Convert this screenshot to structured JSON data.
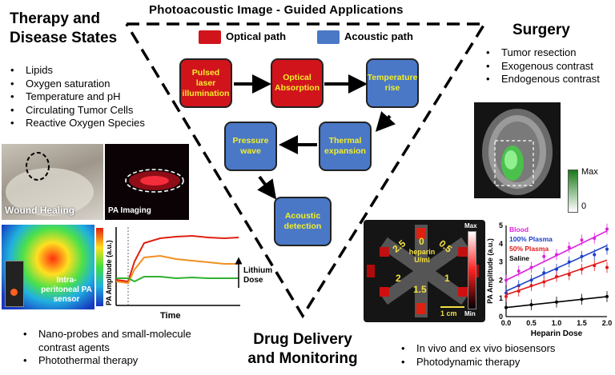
{
  "title": "Photoacoustic Image - Guided Applications",
  "legend": {
    "optical": "Optical path",
    "acoustic": "Acoustic path",
    "optical_color": "#d1141b",
    "acoustic_color": "#4a78c6"
  },
  "flow": {
    "pulsed": "Pulsed laser illumination",
    "optical_absorption": "Optical Absorption",
    "temperature": "Temperature rise",
    "thermal": "Thermal expansion",
    "pressure": "Pressure wave",
    "acoustic": "Acoustic detection"
  },
  "therapy": {
    "heading_line1": "Therapy and",
    "heading_line2": "Disease States",
    "items": [
      "Lipids",
      "Oxygen saturation",
      "Temperature and pH",
      "Circulating Tumor Cells",
      "Reactive Oxygen Species"
    ],
    "wound_label": "Wound Healing",
    "pa_label": "PA Imaging",
    "sensor_label": "Intra-peritoneal PA sensor",
    "colorbar_label": "PA Amplitude  (a.u.)",
    "time_label": "Time",
    "lithium_label": "Lithium Dose",
    "bottom_items": [
      "Nano-probes and small-molecule contrast agents",
      "Photothermal therapy"
    ]
  },
  "surgery": {
    "heading": "Surgery",
    "items": [
      "Tumor resection",
      "Exogenous contrast",
      "Endogenous contrast"
    ],
    "max_label": "Max",
    "min_label": "0"
  },
  "drug": {
    "heading_line1": "Drug Delivery",
    "heading_line2": "and Monitoring",
    "heparin_label": "heparin U/ml",
    "well_values": [
      "2.5",
      "0",
      "0.5",
      "2",
      "1",
      "1.5"
    ],
    "scalebar": "1 cm",
    "max": "Max",
    "min": "Min",
    "bottom_items": [
      "In vivo and ex vivo biosensors",
      "Photodynamic therapy"
    ]
  },
  "chart_data": {
    "type": "scatter",
    "xlabel": "Heparin Dose",
    "ylabel": "PA Amplitude (a.u.)",
    "xlim": [
      0,
      2.0
    ],
    "ylim": [
      0,
      5
    ],
    "xticks": [
      "0.0",
      "0.5",
      "1.0",
      "1.5",
      "2.0"
    ],
    "yticks": [
      "0",
      "1",
      "2",
      "3",
      "4",
      "5"
    ],
    "series": [
      {
        "name": "Blood",
        "color": "#e020e0",
        "fit": [
          2.0,
          4.7
        ],
        "x": [
          0,
          0.25,
          0.5,
          0.75,
          1.0,
          1.25,
          1.5,
          1.75,
          2.0
        ],
        "y": [
          2.0,
          2.5,
          2.7,
          3.3,
          3.4,
          3.8,
          4.2,
          4.3,
          4.8
        ]
      },
      {
        "name": "100% Plasma",
        "color": "#1a3fc8",
        "fit": [
          1.4,
          3.9
        ],
        "x": [
          0,
          0.25,
          0.5,
          0.75,
          1.0,
          1.25,
          1.5,
          1.75,
          2.0
        ],
        "y": [
          1.3,
          1.7,
          2.0,
          2.4,
          2.6,
          3.0,
          3.3,
          3.4,
          3.7
        ]
      },
      {
        "name": "50% Plasma",
        "color": "#e01a1a",
        "fit": [
          1.2,
          3.1
        ],
        "x": [
          0,
          0.25,
          0.5,
          0.75,
          1.0,
          1.25,
          1.5,
          1.75,
          2.0
        ],
        "y": [
          1.1,
          1.4,
          1.7,
          1.9,
          2.2,
          2.3,
          2.6,
          2.8,
          2.7
        ]
      },
      {
        "name": "Saline",
        "color": "#000000",
        "fit": [
          0.5,
          1.1
        ],
        "x": [
          0,
          0.5,
          1.0,
          1.5,
          2.0
        ],
        "y": [
          0.5,
          0.65,
          0.8,
          0.95,
          1.1
        ]
      }
    ]
  }
}
